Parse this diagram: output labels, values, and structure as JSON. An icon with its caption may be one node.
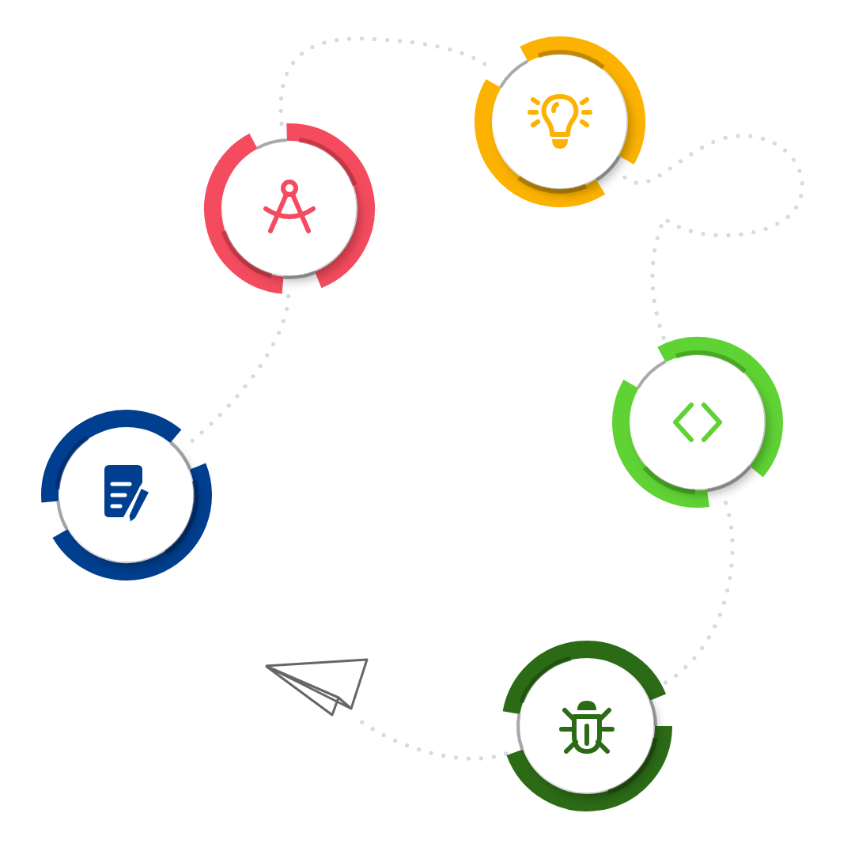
{
  "diagram": {
    "nodes": [
      {
        "text": [],
        "shape": "circle"
      },
      {
        "text": [],
        "shape": "circle"
      },
      {
        "text": [],
        "shape": "circle"
      },
      {
        "text": [],
        "shape": "circle"
      },
      {
        "text": [],
        "shape": "circle"
      },
      {
        "text": [],
        "shape": "picture"
      }
    ],
    "edges": [
      {
        "from": 0,
        "to": 1,
        "arrow": "none",
        "style": "dashed"
      },
      {
        "from": 1,
        "to": 2,
        "arrow": "none",
        "style": "dashed"
      },
      {
        "from": 2,
        "to": 3,
        "arrow": "none",
        "style": "dashed"
      },
      {
        "from": 3,
        "to": 4,
        "arrow": "none",
        "style": "dashed"
      },
      {
        "from": 4,
        "to": 5,
        "arrow": "none",
        "style": "dashed"
      }
    ]
  }
}
